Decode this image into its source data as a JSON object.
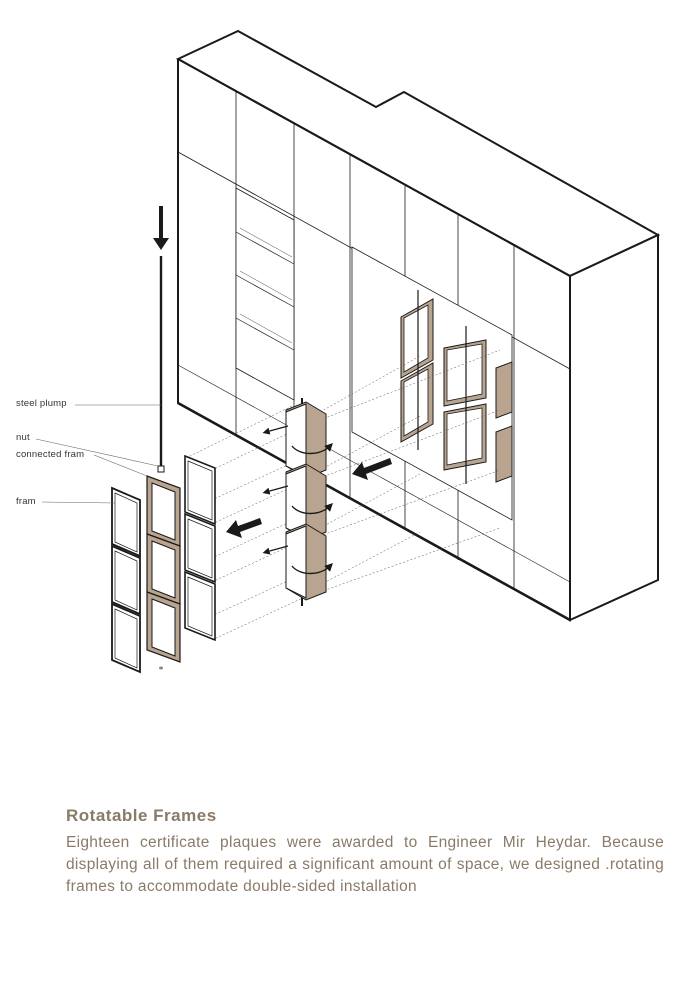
{
  "callouts": {
    "steel_plump": "steel plump",
    "nut": "nut",
    "connected_frame": "connected fram",
    "frame": "fram"
  },
  "caption": {
    "title": "Rotatable Frames",
    "body": "Eighteen certificate plaques were awarded to Engineer Mir Heydar. Because displaying all of them required a significant amount of space, we designed .rotating frames to accommodate double-sided installation"
  },
  "colors": {
    "line": "#1a1a1a",
    "wood_edge": "#b9a48f",
    "caption_text": "#8a7a68"
  }
}
